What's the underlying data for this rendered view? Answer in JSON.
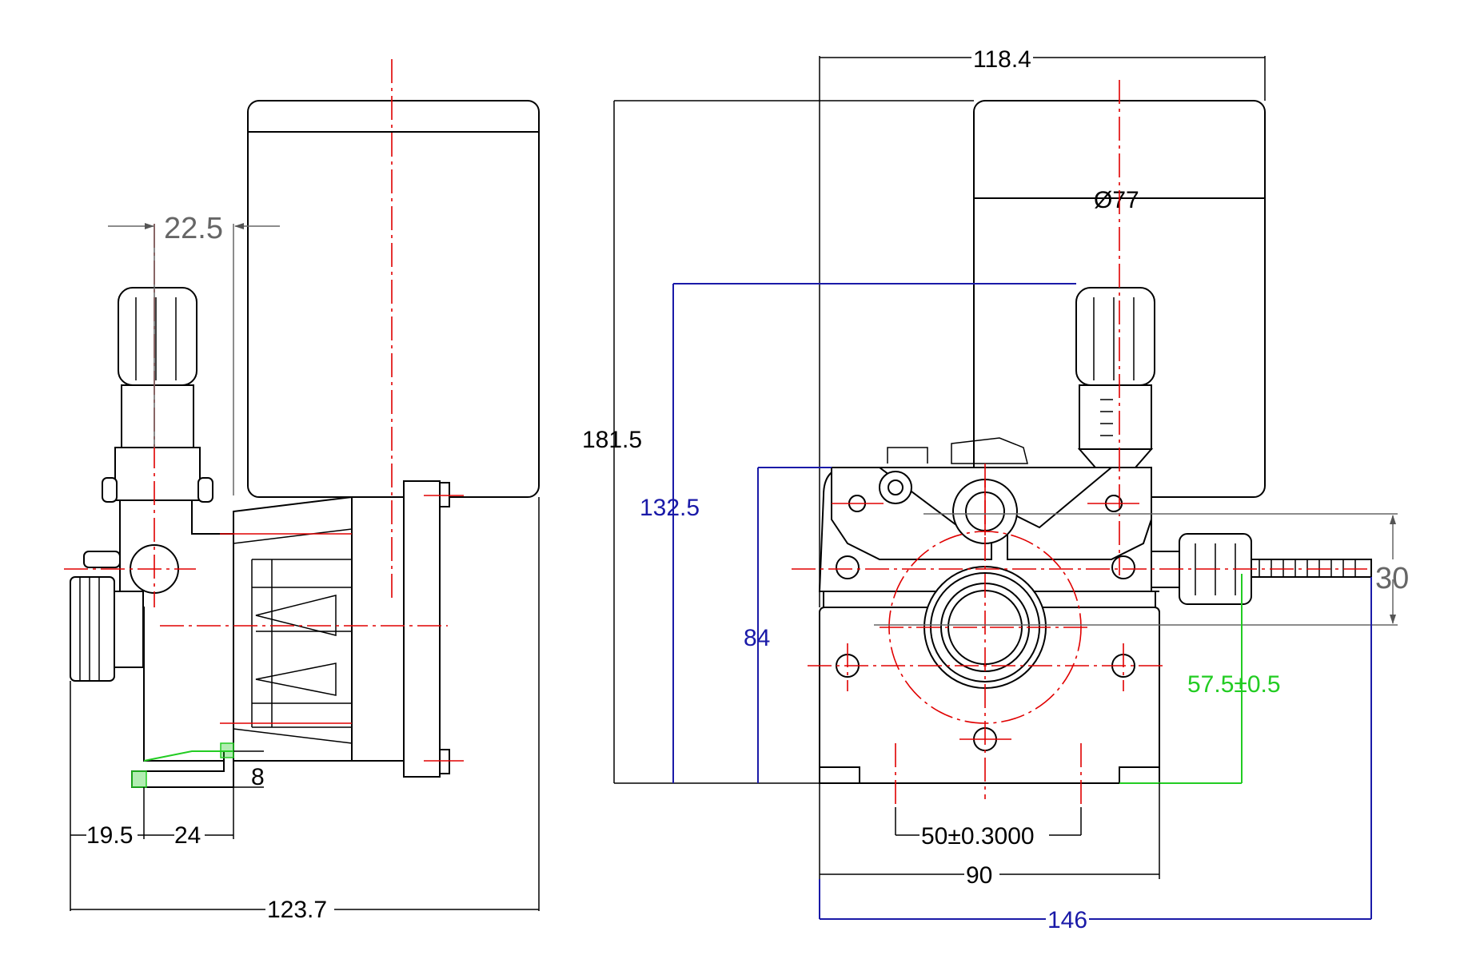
{
  "dimensions": {
    "left_offset": "22.5",
    "left_overall": "123.7",
    "left_a": "19.5",
    "left_b": "24",
    "left_c": "8",
    "top_width": "118.4",
    "height_total": "181.5",
    "height_blue": "132.5",
    "height_84": "84",
    "diameter": "Ø77",
    "right_30": "30",
    "green_57": "57.5±0.5",
    "bottom_50": "50±0.3000",
    "bottom_90": "90",
    "bottom_146": "146"
  },
  "colors": {
    "line": "#000000",
    "centerline": "#e00000",
    "dim_blue": "#1a1aa8",
    "dim_green": "#22cc22",
    "dim_gray": "#666666"
  }
}
